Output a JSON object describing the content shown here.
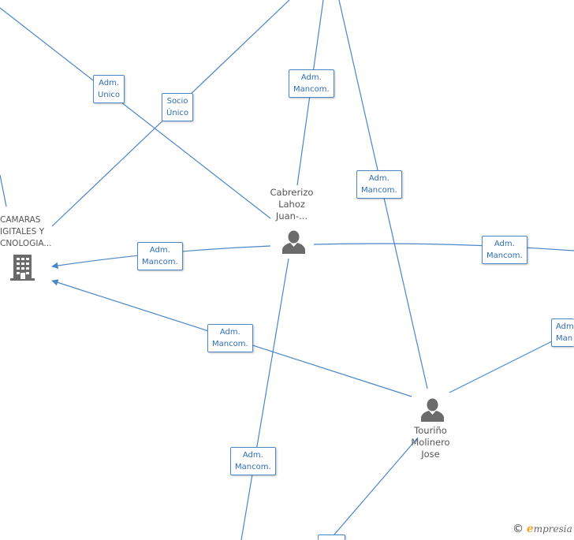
{
  "nodes": {
    "company": {
      "lines": [
        "CAMARAS",
        "IGITALES Y",
        "CNOLOGIA..."
      ],
      "icon": "building-icon"
    },
    "person_cabrerizo": {
      "lines": [
        "Cabrerizo",
        "Lahoz",
        "Juan-..."
      ],
      "icon": "person-icon"
    },
    "person_tourino": {
      "lines": [
        "Touriño",
        "Molinero",
        "Jose"
      ],
      "icon": "person-icon"
    }
  },
  "edge_labels": {
    "adm_unico": [
      "Adm.",
      "Unico"
    ],
    "socio_unico": [
      "Socio",
      "Único"
    ],
    "adm_mancom_top": [
      "Adm.",
      "Mancom."
    ],
    "adm_mancom_mid": [
      "Adm.",
      "Mancom."
    ],
    "adm_mancom_left": [
      "Adm.",
      "Mancom."
    ],
    "adm_mancom_right": [
      "Adm.",
      "Mancom."
    ],
    "adm_mancom_lower": [
      "Adm.",
      "Mancom."
    ],
    "adm_mancom_bottom": [
      "Adm.",
      "Mancom."
    ],
    "adm_mancom_far_right": [
      "Adm",
      "Man"
    ]
  },
  "watermark": {
    "copyright": "©",
    "brand_initial": "e",
    "brand_rest": "mpresia"
  },
  "colors": {
    "edge": "#4a86c8",
    "label_text": "#2f6db3",
    "node_text": "#555555",
    "icon": "#6b6b6b",
    "brand": "#f2a52a"
  }
}
